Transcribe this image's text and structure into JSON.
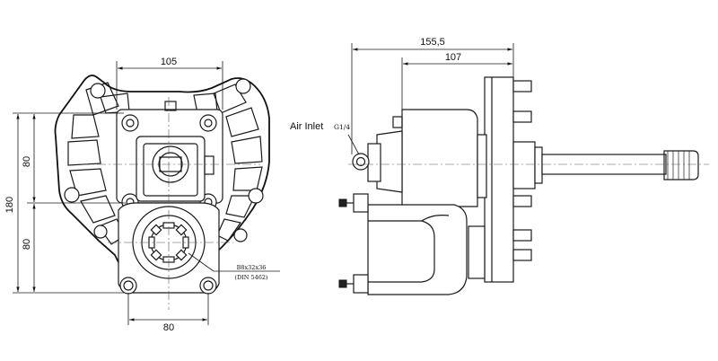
{
  "front_view": {
    "dim_top": "105",
    "dim_bottom": "80",
    "dim_left_total": "180",
    "dim_left_upper": "80",
    "dim_left_lower": "80",
    "spline_spec": "B8x32x36",
    "spline_standard": "(DIN 5462)"
  },
  "side_view": {
    "dim_overall": "155,5",
    "dim_flange": "107",
    "air_inlet_label": "Air Inlet",
    "air_inlet_thread": "G1/4"
  },
  "colors": {
    "line": "#1a1a1a",
    "background": "#ffffff"
  }
}
